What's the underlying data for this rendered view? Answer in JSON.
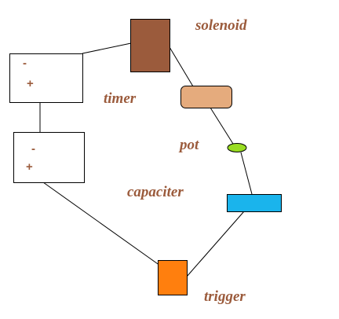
{
  "labels": {
    "solenoid": "solenoid",
    "timer": "timer",
    "pot": "pot",
    "capaciter": "capaciter",
    "trigger": "trigger"
  },
  "battery_top": {
    "minus": "-",
    "plus": "+"
  },
  "battery_bottom": {
    "minus": "-",
    "plus": "+"
  },
  "colors": {
    "solenoid": "#9b5b3c",
    "timer": "#e5ab7d",
    "pot": "#99dd22",
    "capaciter": "#1ab4ec",
    "trigger": "#ff7f0e",
    "label_text": "#9b5b3c",
    "wire": "#000000"
  }
}
